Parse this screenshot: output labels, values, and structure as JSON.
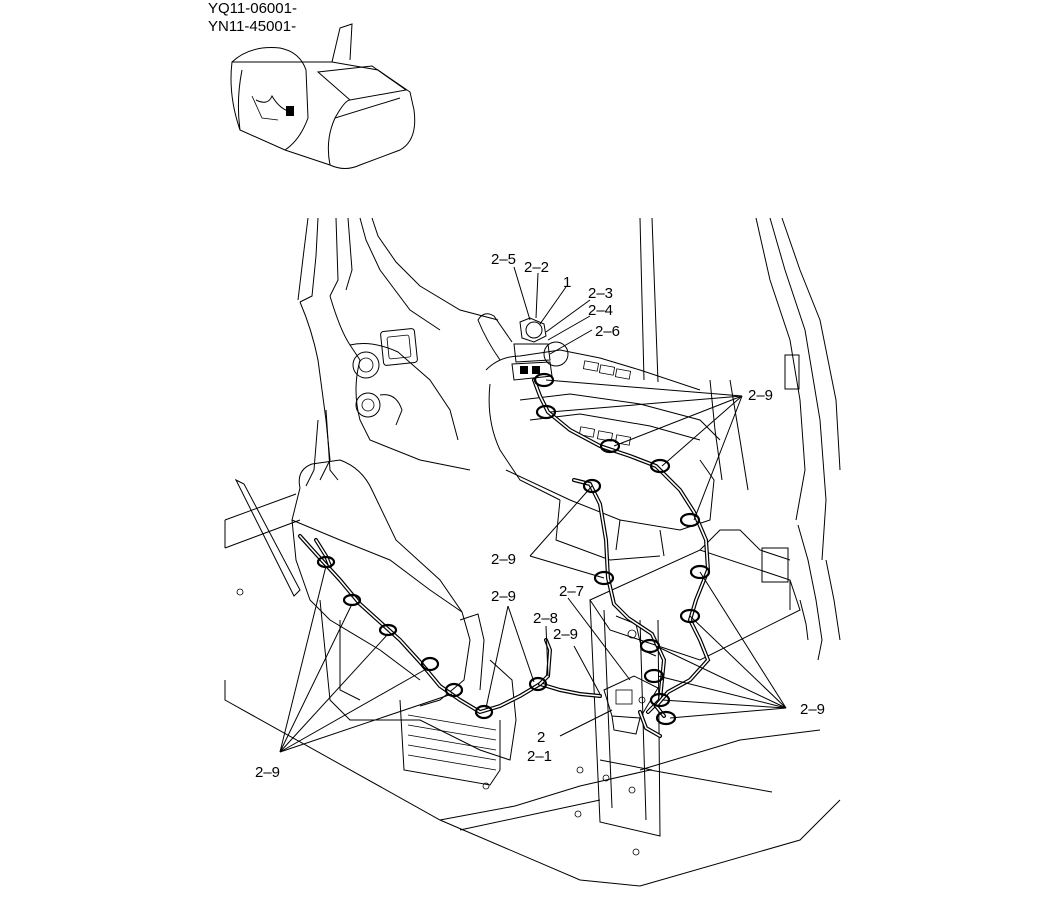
{
  "serial_numbers": [
    "YQ11-06001-",
    "YN11-45001-"
  ],
  "callouts": {
    "c_2_5": "2–5",
    "c_2_2": "2–2",
    "c_1": "1",
    "c_2_3": "2–3",
    "c_2_4": "2–4",
    "c_2_6": "2–6",
    "c_2_9_top_right": "2–9",
    "c_2_9_mid_left": "2–9",
    "c_2_7": "2–7",
    "c_2_9_mid": "2–9",
    "c_2_8": "2–8",
    "c_2_9_console": "2–9",
    "c_2": "2",
    "c_2_1": "2–1",
    "c_2_9_right": "2–9",
    "c_2_9_left": "2–9"
  }
}
